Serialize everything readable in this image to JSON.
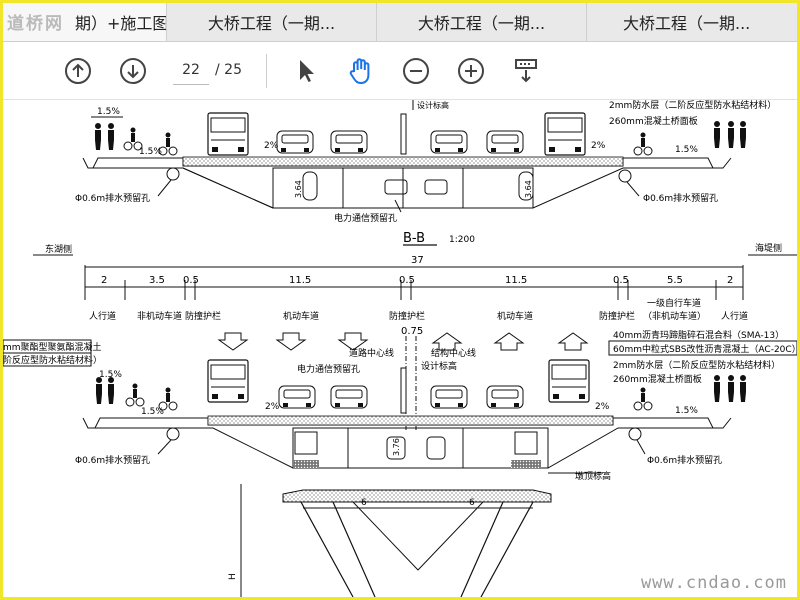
{
  "tabs": [
    {
      "label": "期）+施工图...",
      "active": true
    },
    {
      "label": "大桥工程（一期...",
      "active": false
    },
    {
      "label": "大桥工程（一期...",
      "active": false
    },
    {
      "label": "大桥工程（一期...",
      "active": false
    }
  ],
  "watermark_top": "道桥网",
  "toolbar": {
    "prev_icon": "circle-arrow-up-icon",
    "next_icon": "circle-arrow-down-icon",
    "page_current": "22",
    "page_total": "/ 25",
    "select_icon": "cursor-arrow-icon",
    "hand_icon": "hand-tool-icon",
    "zoom_out_icon": "zoom-out-icon",
    "zoom_in_icon": "zoom-in-icon",
    "download_icon": "download-icon"
  },
  "drawing": {
    "top_section": {
      "slope_left_1": "1.5%",
      "slope_left_2": "1.5%",
      "slope_mid_left": "2%",
      "slope_mid_right": "2%",
      "slope_right": "1.5%",
      "label_design_elevation": "设计标高",
      "layer_1": "2mm防水层（二阶反应型防水粘结材料）",
      "layer_2": "260mm混凝土桥面板",
      "drain_left": "Φ0.6m排水预留孔",
      "drain_right": "Φ0.6m排水预留孔",
      "dim_left": "3.64",
      "dim_right": "3.64",
      "utility_hole": "电力通信预留孔",
      "section_name": "B-B",
      "section_scale": "1:200"
    },
    "dims": {
      "total": "37",
      "left_side": "东湖侧",
      "right_side": "海堤侧",
      "segments": [
        "2",
        "3.5",
        "0.5",
        "11.5",
        "0.5",
        "11.5",
        "0.5",
        "5.5",
        "2"
      ]
    },
    "lanes": {
      "sidewalk_left": "人行道",
      "nonmotor_left": "非机动车道",
      "barrier_left": "防撞护栏",
      "motor_left": "机动车道",
      "barrier_mid": "防撞护栏",
      "motor_right": "机动车道",
      "barrier_right": "防撞护栏",
      "cycle_1": "一级自行车道",
      "cycle_2": "（非机动车道）",
      "sidewalk_right": "人行道"
    },
    "bottom_section": {
      "layer_left_1": "mm聚酯型聚氨酯混凝土",
      "layer_left_2": "阶反应型防水粘结材料）",
      "mid_dim": "0.75",
      "road_centerline": "道路中心线",
      "structure_centerline": "结构中心线",
      "utility_hole": "电力通信预留孔",
      "design_elevation": "设计标高",
      "layers_right": [
        "40mm沥青玛蹄脂碎石混合料（SMA-13）",
        "60mm中粒式SBS改性沥青混凝土（AC-20C）",
        "2mm防水层（二阶反应型防水粘结材料）",
        "260mm混凝土桥面板"
      ],
      "slope_left_1": "1.5%",
      "slope_left_2": "1.5%",
      "slope_mid_left": "2%",
      "slope_mid_right": "2%",
      "slope_right": "1.5%",
      "drain_left": "Φ0.6m排水预留孔",
      "drain_right": "Φ0.6m排水预留孔",
      "dim_mid": "3.76",
      "pier_top_elevation": "墩顶标高",
      "pier_dim_left": "6",
      "pier_dim_right": "6",
      "height_mark": "H"
    },
    "site_watermark": "www.cndao.com"
  }
}
